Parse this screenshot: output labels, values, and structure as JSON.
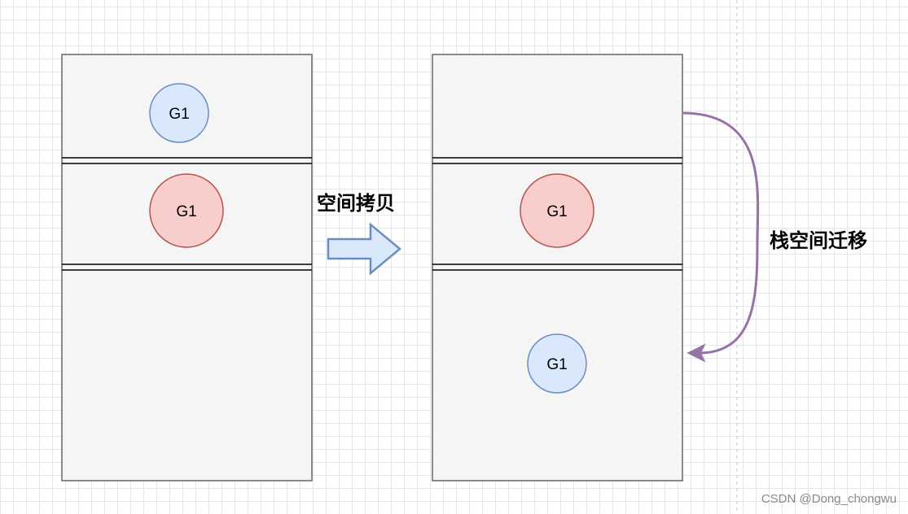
{
  "nodes": {
    "left_g1_top": "G1",
    "left_g1_mid": "G1",
    "right_g1_mid": "G1",
    "right_g1_bottom": "G1"
  },
  "labels": {
    "copy": "空间拷贝",
    "migrate": "栈空间迁移"
  },
  "watermark": "CSDN @Dong_chongwu",
  "colors": {
    "stack_fill": "#f5f5f5",
    "stack_stroke": "#666666",
    "blue_circle_fill": "#dae8fc",
    "blue_circle_stroke": "#6c8ebf",
    "red_circle_fill": "#f8cecc",
    "red_circle_stroke": "#b85450",
    "migrate_arrow": "#9673a6"
  },
  "icons": {
    "copy_arrow": "right-block-arrow-icon",
    "migrate_arrow": "curved-arrow-icon"
  }
}
